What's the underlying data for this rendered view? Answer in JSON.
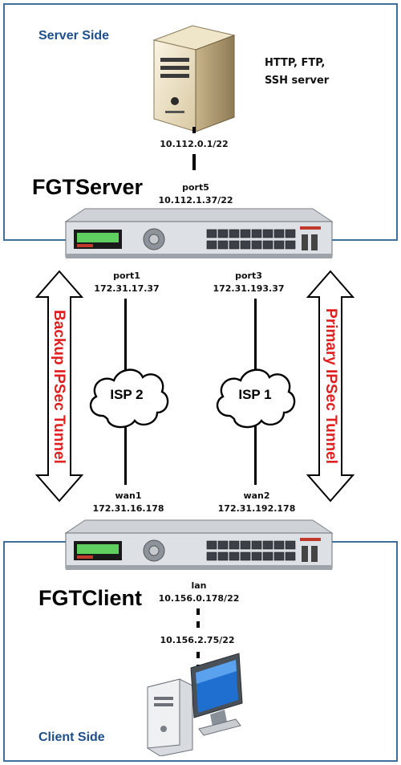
{
  "server_side": {
    "title": "Server Side",
    "services_line1": "HTTP, FTP,",
    "services_line2": "SSH server",
    "server_ip": "10.112.0.1/22"
  },
  "fgt_server": {
    "name": "FGTServer",
    "port5_name": "port5",
    "port5_ip": "10.112.1.37/22",
    "port1_name": "port1",
    "port1_ip": "172.31.17.37",
    "port3_name": "port3",
    "port3_ip": "172.31.193.37"
  },
  "isp": {
    "isp2": "ISP 2",
    "isp1": "ISP 1"
  },
  "tunnels": {
    "backup": "Backup IPSec Tunnel",
    "primary": "Primary IPSec Tunnel",
    "color": "#e02020"
  },
  "fgt_client": {
    "name": "FGTClient",
    "wan1_name": "wan1",
    "wan1_ip": "172.31.16.178",
    "wan2_name": "wan2",
    "wan2_ip": "172.31.192.178",
    "lan_name": "lan",
    "lan_ip": "10.156.0.178/22"
  },
  "client_side": {
    "title": "Client Side",
    "client_ip": "10.156.2.75/22"
  }
}
